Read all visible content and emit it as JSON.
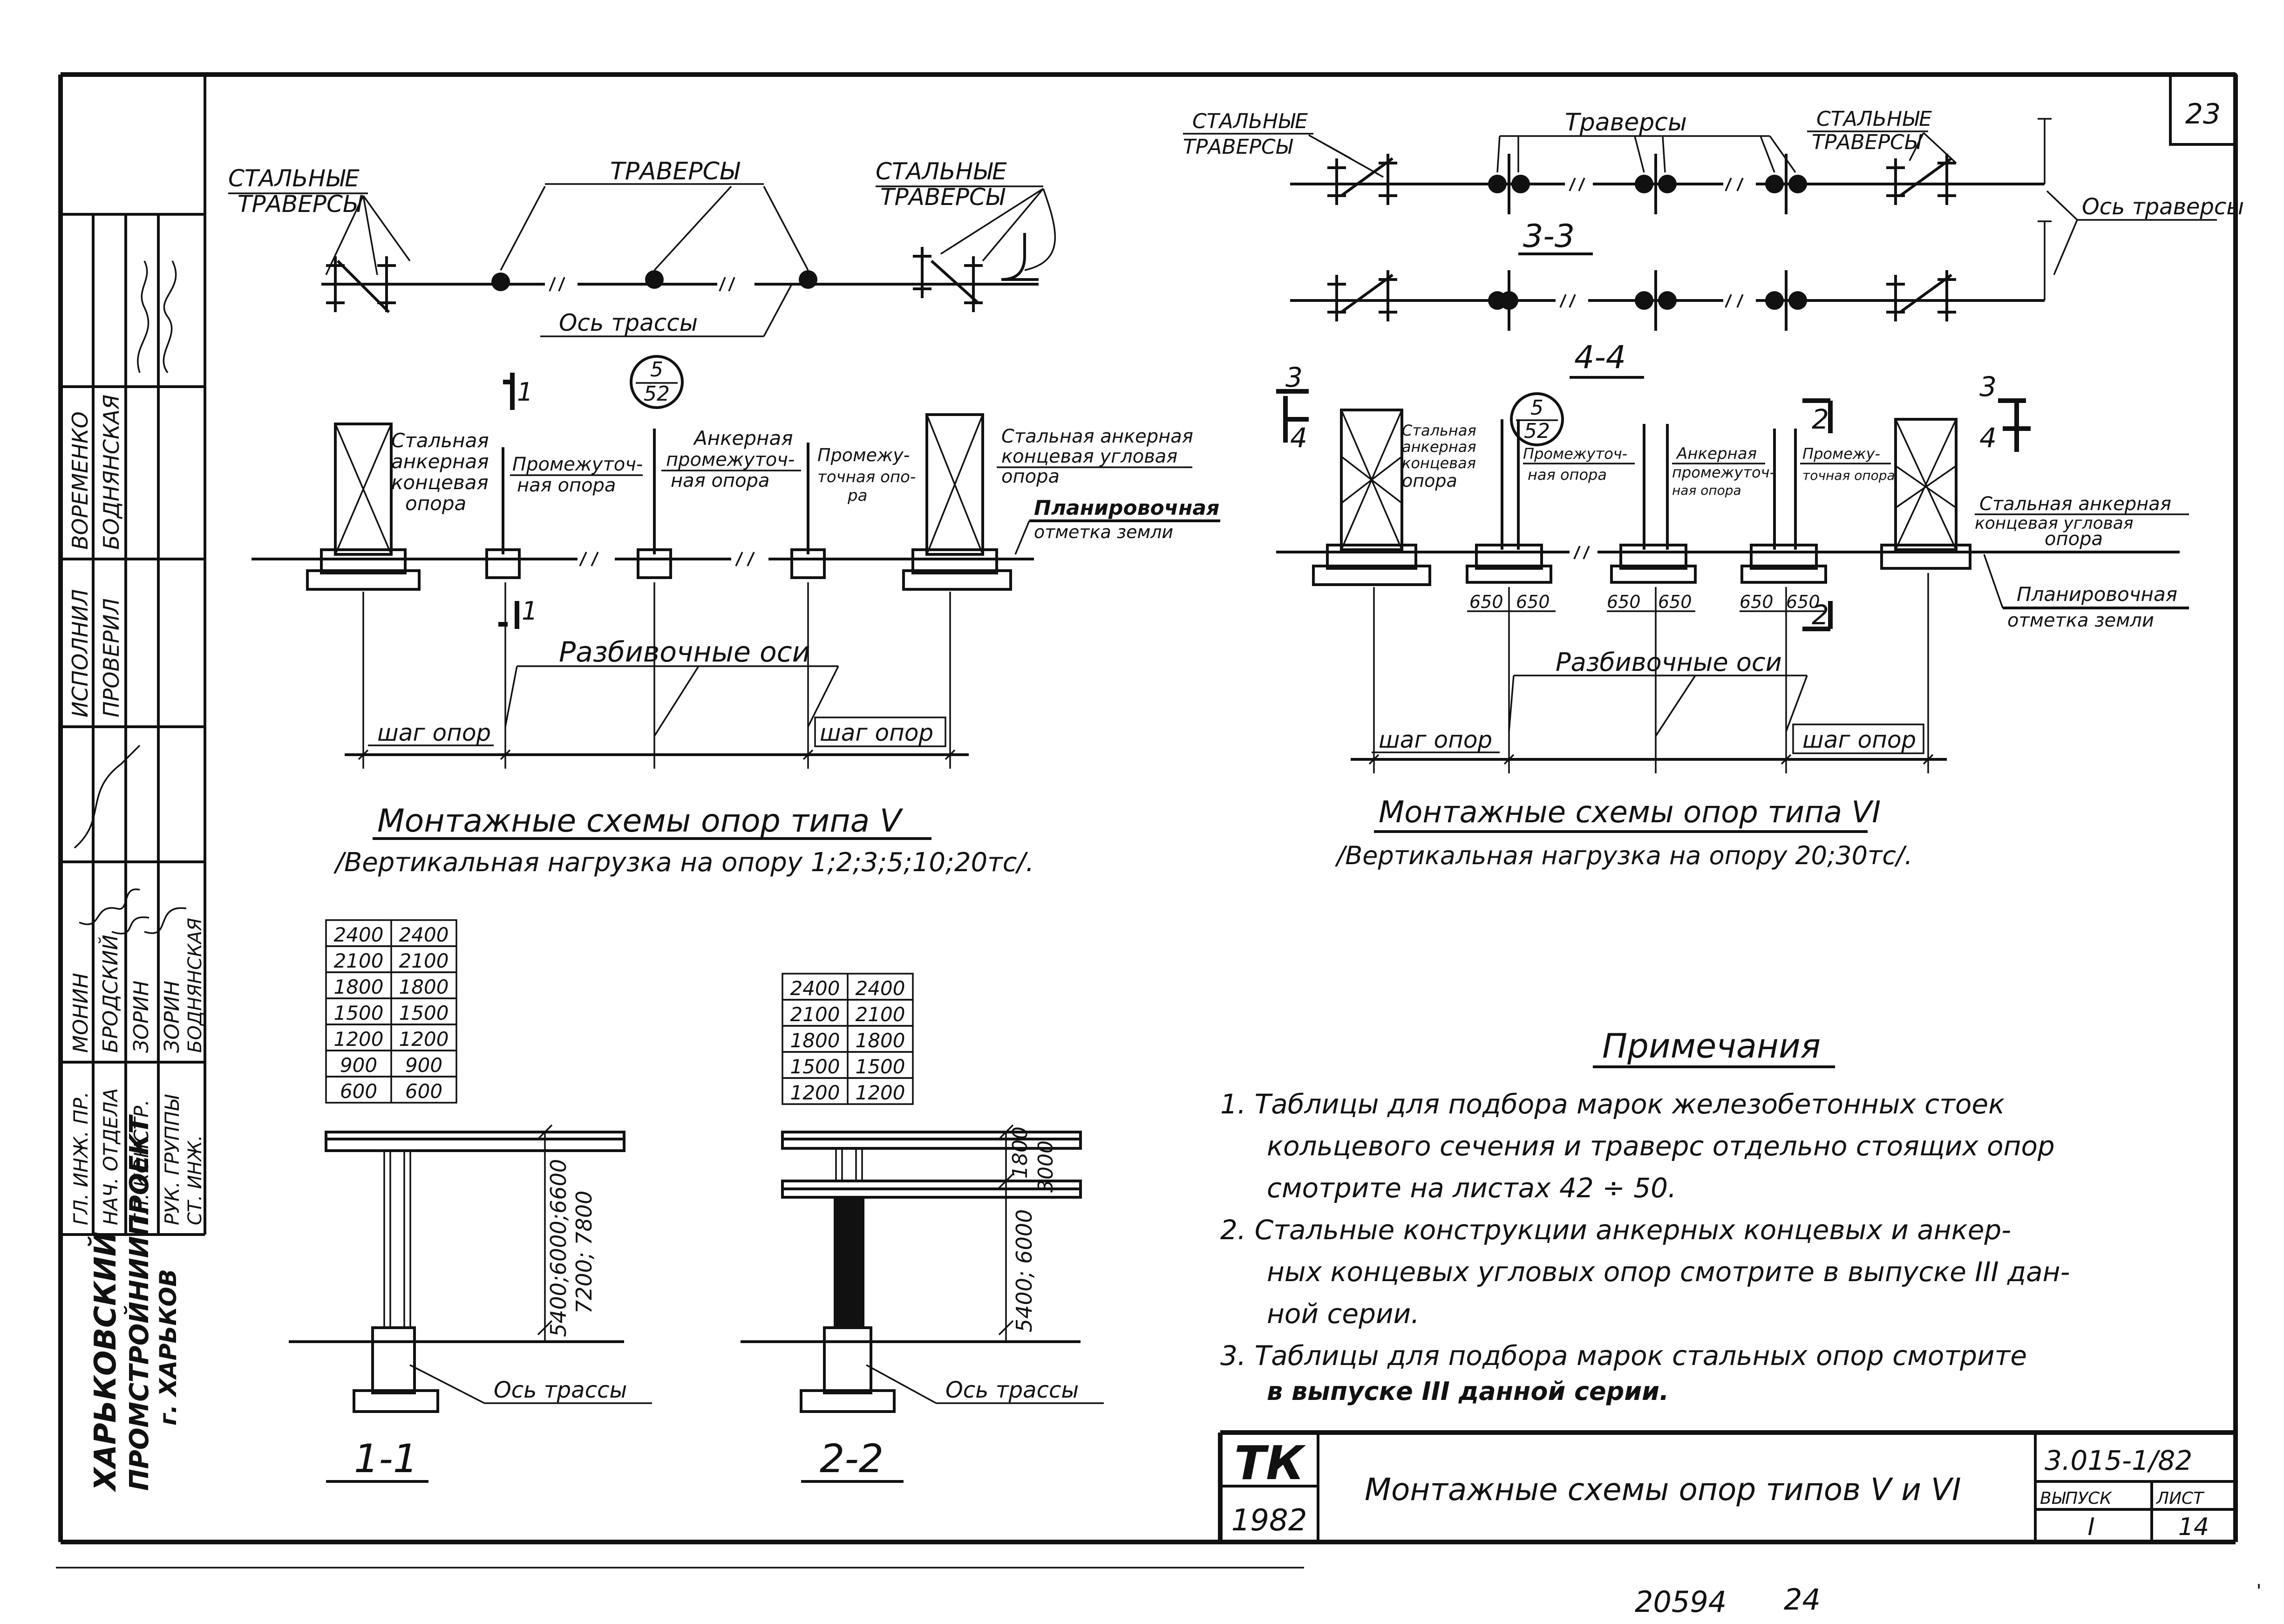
{
  "sheet_number": "23",
  "title_block": {
    "org": [
      "ХАРЬКОВСКИЙ",
      "ПРОМСТРОЙНИИПРОЕКТ",
      "г. ХАРЬКОВ"
    ],
    "roles": [
      "ГЛ. ИНЖ. ПР.",
      "НАЧ. ОТДЕЛА",
      "ГЛ. КОНСТР.",
      "РУК. ГРУППЫ",
      "СТ. ИНЖ."
    ],
    "people": [
      "МОНИН",
      "БРОДСКИЙ",
      "ЗОРИН",
      "ЗОРИН",
      "БОДНЯНСКАЯ"
    ],
    "roles2": [
      "ИСПОЛНИЛ",
      "ПРОВЕРИЛ"
    ],
    "people2": [
      "ВОРЕМЕНКО",
      "БОДНЯНСКАЯ"
    ],
    "logo": "ТК",
    "year": "1982",
    "drawing_title": "Монтажные схемы опор типов V и VI",
    "code": "3.015-1/82",
    "vypusk_label": "ВЫПУСК",
    "vypusk": "I",
    "list_label": "ЛИСТ",
    "list": "14"
  },
  "footer": {
    "number": "20594",
    "page": "24"
  },
  "left_diagram": {
    "plan_labels": {
      "steel_left": [
        "СТАЛЬНЫЕ",
        "ТРАВЕРСЫ"
      ],
      "traverses": "ТРАВЕРСЫ",
      "steel_right": [
        "СТАЛЬНЫЕ",
        "ТРАВЕРСЫ"
      ],
      "route_axis": "Ось трассы"
    },
    "section_mark": "1",
    "node_ref": {
      "top": "5",
      "bottom": "52"
    },
    "supports": [
      [
        "Стальная",
        "анкерная",
        "концевая",
        "опора"
      ],
      [
        "Промежуточ-",
        "ная опора"
      ],
      [
        "Анкерная",
        "промежуточ-",
        "ная опора"
      ],
      [
        "Промежу-",
        "точная опо-",
        "ра"
      ],
      [
        "Стальная анкерная",
        "концевая угловая",
        "опора"
      ]
    ],
    "ground": [
      "Планировочная",
      "отметка земли"
    ],
    "axes_label": "Разбивочные оси",
    "step_left": "шаг опор",
    "step_right": "шаг опор",
    "caption": "Монтажные схемы опор типа V",
    "subcaption": "/Вертикальная нагрузка на опору 1;2;3;5;10;20тс/."
  },
  "right_diagram": {
    "plan_labels": {
      "steel_left": [
        "СТАЛЬНЫЕ",
        "ТРАВЕРСЫ"
      ],
      "traverses": "Траверсы",
      "steel_right": [
        "СТАЛЬНЫЕ",
        "ТРАВЕРСЫ"
      ],
      "traverse_axis": "Ось траверсы"
    },
    "section_33": "3-3",
    "section_44": "4-4",
    "marks": {
      "three": "3",
      "four": "4",
      "two": "2"
    },
    "node_ref": {
      "top": "5",
      "bottom": "52"
    },
    "supports": [
      [
        "Стальная",
        "анкерная",
        "концевая",
        "опора"
      ],
      [
        "Промежуточ-",
        "ная опора"
      ],
      [
        "Анкерная",
        "промежуточ-",
        "ная опора"
      ],
      [
        "Промежу-",
        "точная опора"
      ],
      [
        "Стальная анкерная",
        "концевая угловая",
        "опора"
      ]
    ],
    "dims": [
      "650",
      "650"
    ],
    "ground": [
      "Планировочная",
      "отметка земли"
    ],
    "axes_label": "Разбивочные оси",
    "step_left": "шаг опор",
    "step_right": "шаг опор",
    "caption": "Монтажные схемы опор типа VI",
    "subcaption": "/Вертикальная нагрузка на опору 20;30тс/."
  },
  "section_1_1": {
    "title": "1-1",
    "rows": [
      [
        "2400",
        "2400"
      ],
      [
        "2100",
        "2100"
      ],
      [
        "1800",
        "1800"
      ],
      [
        "1500",
        "1500"
      ],
      [
        "1200",
        "1200"
      ],
      [
        "900",
        "900"
      ],
      [
        "600",
        "600"
      ]
    ],
    "height": [
      "5400;6000;6600",
      "7200; 7800"
    ],
    "axis_label": "Ось трассы"
  },
  "section_2_2": {
    "title": "2-2",
    "rows": [
      [
        "2400",
        "2400"
      ],
      [
        "2100",
        "2100"
      ],
      [
        "1800",
        "1800"
      ],
      [
        "1500",
        "1500"
      ],
      [
        "1200",
        "1200"
      ]
    ],
    "height_top": [
      "1800",
      "3000"
    ],
    "height_bottom": "5400; 6000",
    "axis_label": "Ось трассы"
  },
  "notes": {
    "title": "Примечания",
    "lines": [
      "1. Таблицы для подбора марок железобетонных стоек",
      "кольцевого сечения и траверс отдельно стоящих опор",
      "смотрите на листах 42 ÷ 50.",
      "2. Стальные конструкции анкерных концевых и анкер-",
      "ных концевых угловых опор смотрите в выпуске III дан-",
      "ной серии.",
      "3. Таблицы для подбора марок стальных опор смотрите",
      "в выпуске III данной серии."
    ]
  }
}
